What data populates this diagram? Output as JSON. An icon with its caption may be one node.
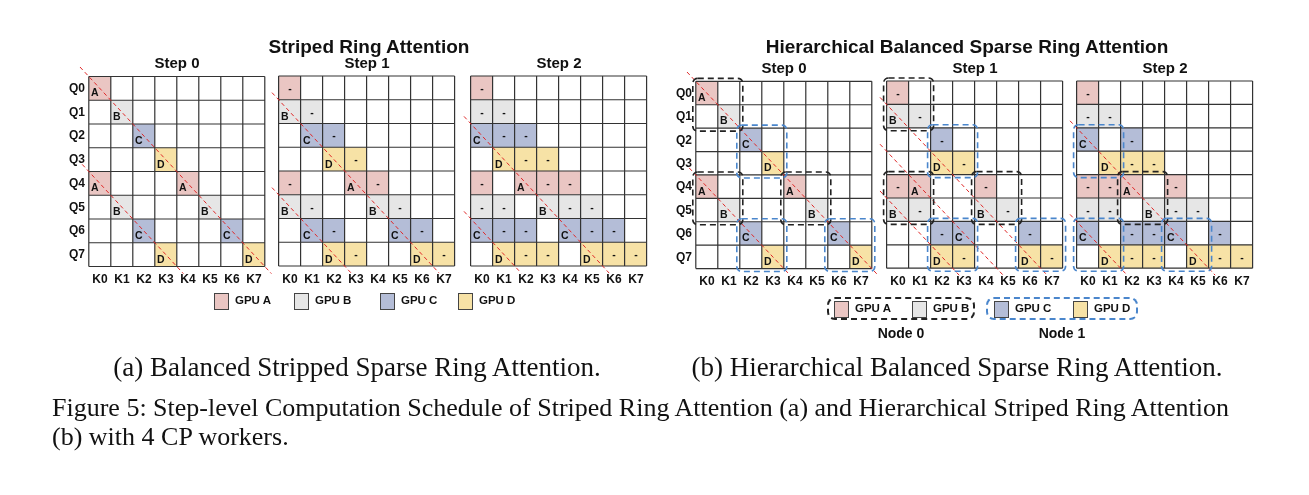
{
  "diagram": {
    "caption": "Figure 5: Step-level Computation Schedule of Striped Ring Attention (a) and Hierarchical Striped Ring Attention (b) with 4 CP workers.",
    "nodes": [
      {
        "text": [
          "Node 0"
        ]
      },
      {
        "text": [
          "Node 1"
        ]
      }
    ],
    "labels": [
      "Striped Ring Attention",
      "Step 0",
      "Q0",
      "A",
      "Q1",
      "B",
      "Q2",
      "C",
      "Q3",
      "D",
      "Q4",
      "A",
      "A",
      "Q5",
      "B",
      "B",
      "Q6",
      "C",
      "C",
      "Q7",
      "D",
      "D",
      "K0",
      "K1",
      "K2",
      "K3",
      "K4",
      "K5",
      "K6",
      "K7",
      "Step 1",
      "-",
      "B",
      "-",
      "C",
      "-",
      "D",
      "-",
      "-",
      "A",
      "-",
      "B",
      "-",
      "B",
      "-",
      "C",
      "-",
      "C",
      "-",
      "D",
      "-",
      "D",
      "-",
      "K0",
      "K1",
      "K2",
      "K3",
      "K4",
      "K5",
      "K6",
      "K7",
      "Step 2",
      "-",
      "-",
      "-",
      "C",
      "-",
      "-",
      "D",
      "-",
      "-",
      "-",
      "A",
      "-",
      "-",
      "-",
      "-",
      "B",
      "-",
      "-",
      "C",
      "-",
      "-",
      "C",
      "-",
      "-",
      "D",
      "-",
      "-",
      "D",
      "-",
      "-",
      "K0",
      "K1",
      "K2",
      "K3",
      "K4",
      "K5",
      "K6",
      "K7",
      "Hierarchical Balanced Sparse Ring Attention",
      "Step 0",
      "Q0",
      "A",
      "Q1",
      "B",
      "Q2",
      "C",
      "Q3",
      "D",
      "Q4",
      "A",
      "A",
      "Q5",
      "B",
      "B",
      "Q6",
      "C",
      "C",
      "Q7",
      "D",
      "D",
      "K0",
      "K1",
      "K2",
      "K3",
      "K4",
      "K5",
      "K6",
      "K7",
      "Step 1",
      "-",
      "B",
      "-",
      "-",
      "D",
      "-",
      "-",
      "A",
      "-",
      "B",
      "-",
      "B",
      "-",
      "-",
      "C",
      "-",
      "D",
      "-",
      "D",
      "-",
      "K0",
      "K1",
      "K2",
      "K3",
      "K4",
      "K5",
      "K6",
      "K7",
      "Step 2",
      "-",
      "-",
      "-",
      "C",
      "-",
      "D",
      "-",
      "-",
      "-",
      "-",
      "A",
      "-",
      "-",
      "-",
      "B",
      "-",
      "-",
      "C",
      "-",
      "-",
      "C",
      "-",
      "D",
      "-",
      "-",
      "D",
      "-",
      "-",
      "K0",
      "K1",
      "K2",
      "K3",
      "K4",
      "K5",
      "K6",
      "K7",
      "(a) Balanced Stripped Sparse Ring Attention.",
      "(b) Hierarchical Balanced Sparse Ring Attention."
    ],
    "legend": [
      {
        "text": "GPU A",
        "color": "#eac6c3"
      },
      {
        "text": "GPU B",
        "color": "#e6e6e6"
      },
      {
        "text": "GPU C",
        "color": "#b4bdd7"
      },
      {
        "text": "GPU D",
        "color": "#f7e2a6"
      },
      {
        "text": "GPU A",
        "color": "#eac6c3"
      },
      {
        "text": "GPU B",
        "color": "#e6e6e6"
      },
      {
        "text": "GPU C",
        "color": "#b4bdd7"
      },
      {
        "text": "GPU D",
        "color": "#f7e2a6"
      }
    ]
  }
}
